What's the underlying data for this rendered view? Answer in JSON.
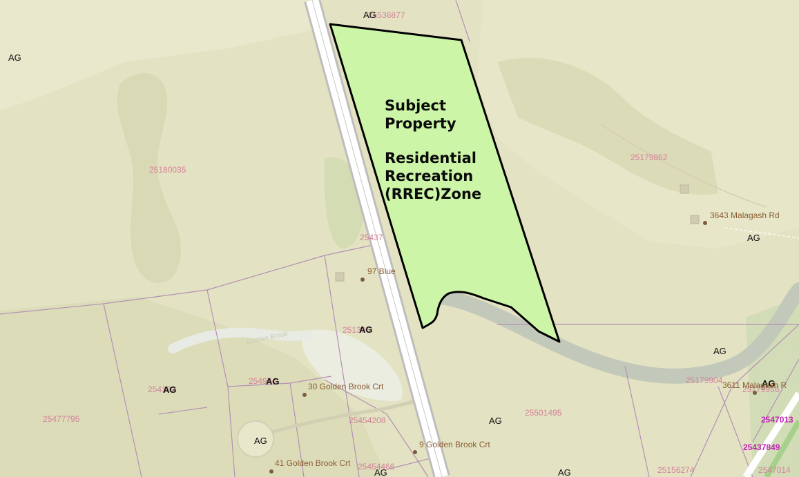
{
  "subject": {
    "title_line1": "Subject",
    "title_line2": "Property",
    "zone_line1": "Residential",
    "zone_line2": "Recreation",
    "zone_line3": "(RREC)Zone"
  },
  "zones": [
    "AG",
    "AG",
    "AG",
    "AG",
    "AG",
    "AG",
    "AG",
    "AG",
    "AG",
    "AG",
    "AG",
    "AG"
  ],
  "parcel_ids": [
    "25536877",
    "25180035",
    "25179862",
    "25437",
    "251306",
    "254182",
    "254974",
    "25477795",
    "25454208",
    "25501495",
    "25179904",
    "25454466",
    "25156274",
    "25179956",
    "2547013",
    "25437849",
    "2547014"
  ],
  "addresses": [
    "3643 Malagash Rd",
    "97 Blue",
    "30 Golden Brook Crt",
    "3611 Malagash R",
    "9 Golden Brook Crt",
    "41 Golden Brook Crt"
  ],
  "streams": [
    "Golden Brook"
  ],
  "colors": {
    "base_land": "#e3e2c2",
    "subject_fill": "#ccf5a8",
    "subject_outline": "#000000",
    "parcel_line": "#b590b6",
    "road": "#ffffff",
    "stream": "#c3c9ba"
  }
}
